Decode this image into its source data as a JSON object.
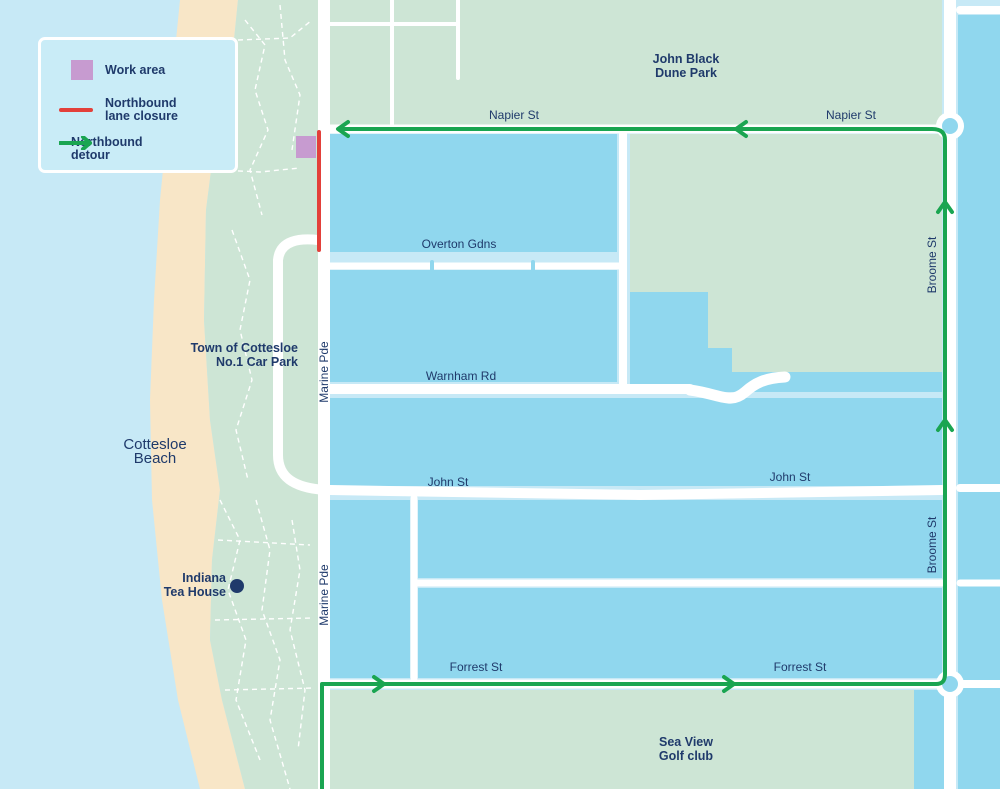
{
  "legend": {
    "work_area": "Work area",
    "closure": "Northbound\nlane closure",
    "detour": "Northbound detour"
  },
  "places": {
    "dune_park": "John Black\nDune Park",
    "car_park": "Town of Cottesloe\nNo.1 Car Park",
    "beach": "Cottesloe\nBeach",
    "tea_house": "Indiana\nTea House",
    "golf_club": "Sea View\nGolf club"
  },
  "streets": {
    "napier_west": "Napier St",
    "napier_east": "Napier St",
    "overton": "Overton Gdns",
    "warnham": "Warnham Rd",
    "john_west": "John St",
    "john_east": "John St",
    "forrest_west": "Forrest St",
    "forrest_east": "Forrest St",
    "marine_north": "Marine Pde",
    "marine_south": "Marine Pde",
    "broome_north": "Broome St",
    "broome_south": "Broome St"
  },
  "colors": {
    "ocean": "#c7e9f6",
    "sand": "#f8e6c7",
    "park": "#cde5d5",
    "residential": "#90d7ee",
    "road": "#ffffff",
    "closure": "#e3403a",
    "detour": "#1aa551",
    "work_area": "#c79bd0",
    "text": "#1f3a6b"
  }
}
